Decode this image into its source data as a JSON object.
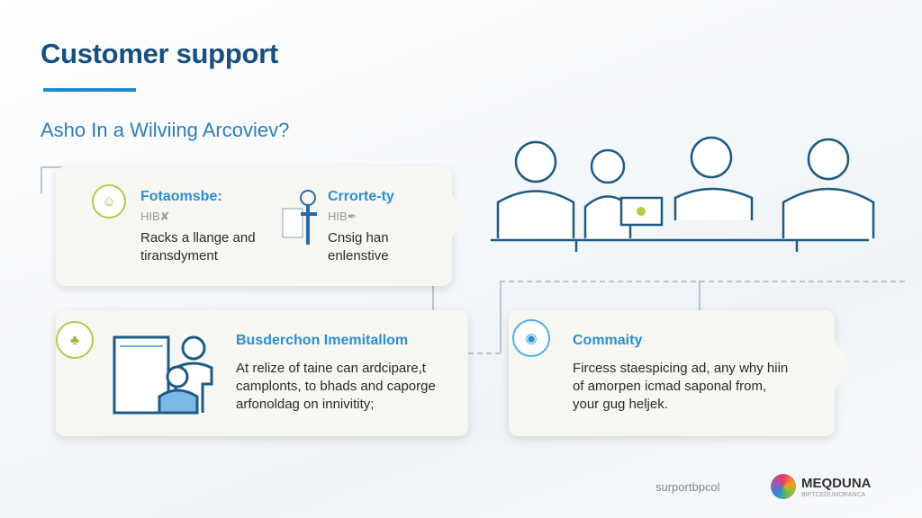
{
  "header": {
    "title": "Customer support",
    "subtitle": "Asho In a Wilviing Arcoviev?"
  },
  "cards": [
    {
      "title": "Fotaomsbe:",
      "tag": "HIB✘",
      "body": [
        "Racks a llange and",
        "tiransdyment"
      ]
    },
    {
      "title": "Crrorte-ty",
      "tag": "HIB✒",
      "body": [
        "Cnsig han",
        "enlenstive"
      ]
    },
    {
      "title": "Busderchon Imemitallom",
      "body": [
        "At relize of taine can ardcipare,t",
        "camplonts, to bhads and caporge",
        "arfonoldag on innivitity;"
      ]
    },
    {
      "title": "Commaity",
      "body": [
        "Fircess staespicing ad, any why hiin",
        "of amorpen icmad saponal from,",
        "your gug heljek."
      ]
    }
  ],
  "footer": {
    "text": "surportbpcol",
    "brand": "MEQDUNA",
    "brand_sub": "BIPTCEDUMORANCA"
  },
  "colors": {
    "title": "#17507e",
    "accent": "#1e8ad2",
    "green": "#b7c94a",
    "outline": "#1d5b82"
  }
}
